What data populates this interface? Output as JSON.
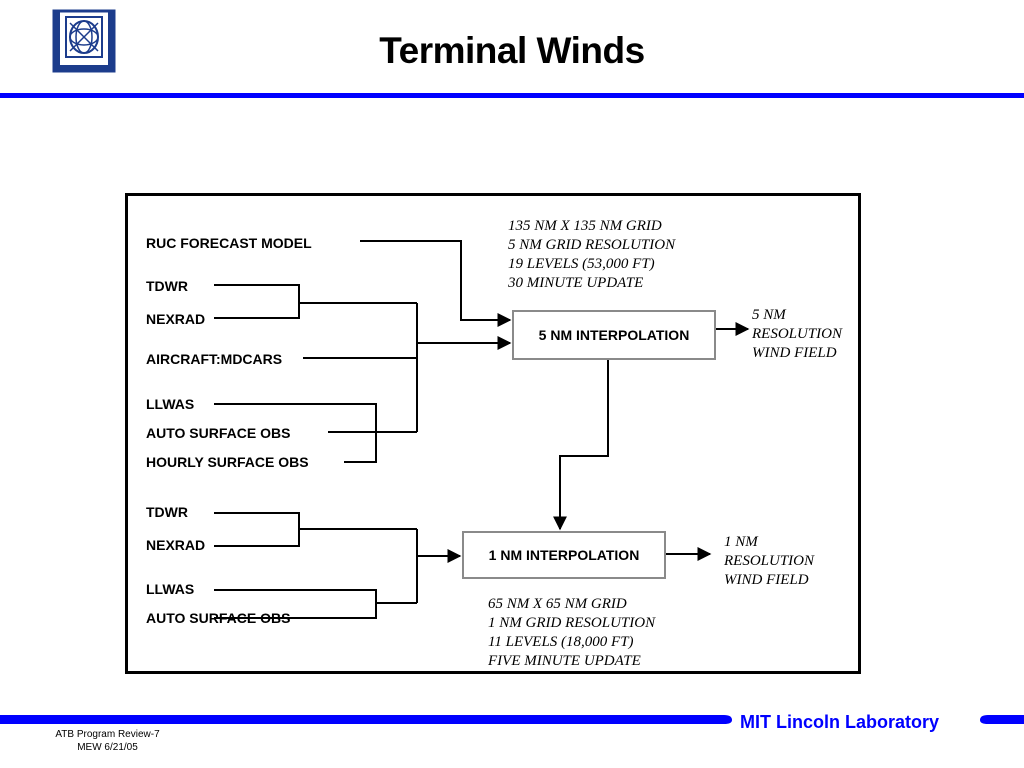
{
  "slide": {
    "title": "Terminal Winds"
  },
  "diagram": {
    "group1": {
      "inputs": [
        "RUC FORECAST MODEL",
        "TDWR",
        "NEXRAD",
        "AIRCRAFT:MDCARS",
        "LLWAS",
        "AUTO SURFACE OBS",
        "HOURLY SURFACE OBS"
      ],
      "box": "5 NM INTERPOLATION",
      "specs": "135 NM X 135 NM GRID\n5 NM GRID RESOLUTION\n19 LEVELS (53,000 FT)\n30 MINUTE UPDATE",
      "output": "5 NM\nRESOLUTION\nWIND FIELD"
    },
    "group2": {
      "inputs": [
        "TDWR",
        "NEXRAD",
        "LLWAS",
        "AUTO SURFACE OBS"
      ],
      "box": "1 NM INTERPOLATION",
      "specs": "65 NM X 65 NM GRID\n1 NM GRID RESOLUTION\n11 LEVELS (18,000 FT)\nFIVE MINUTE UPDATE",
      "output": "1 NM\nRESOLUTION\nWIND FIELD"
    }
  },
  "footer": {
    "line1": "ATB Program Review-7",
    "line2": "MEW 6/21/05",
    "lab": "MIT Lincoln Laboratory"
  },
  "colors": {
    "accent": "#0000ff"
  }
}
